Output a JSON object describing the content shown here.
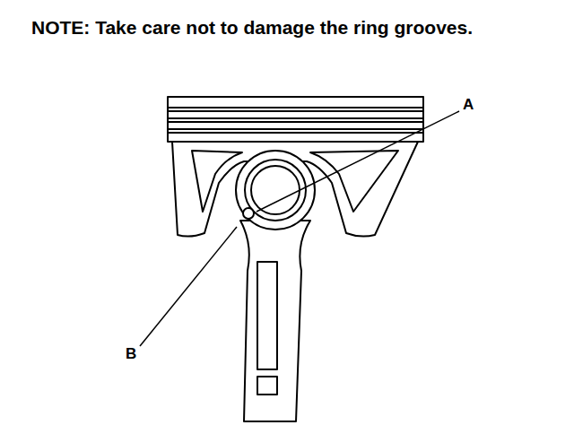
{
  "diagram": {
    "labels": [
      "NOTE: Take care not to damage the ring grooves.",
      "A",
      "B"
    ]
  }
}
